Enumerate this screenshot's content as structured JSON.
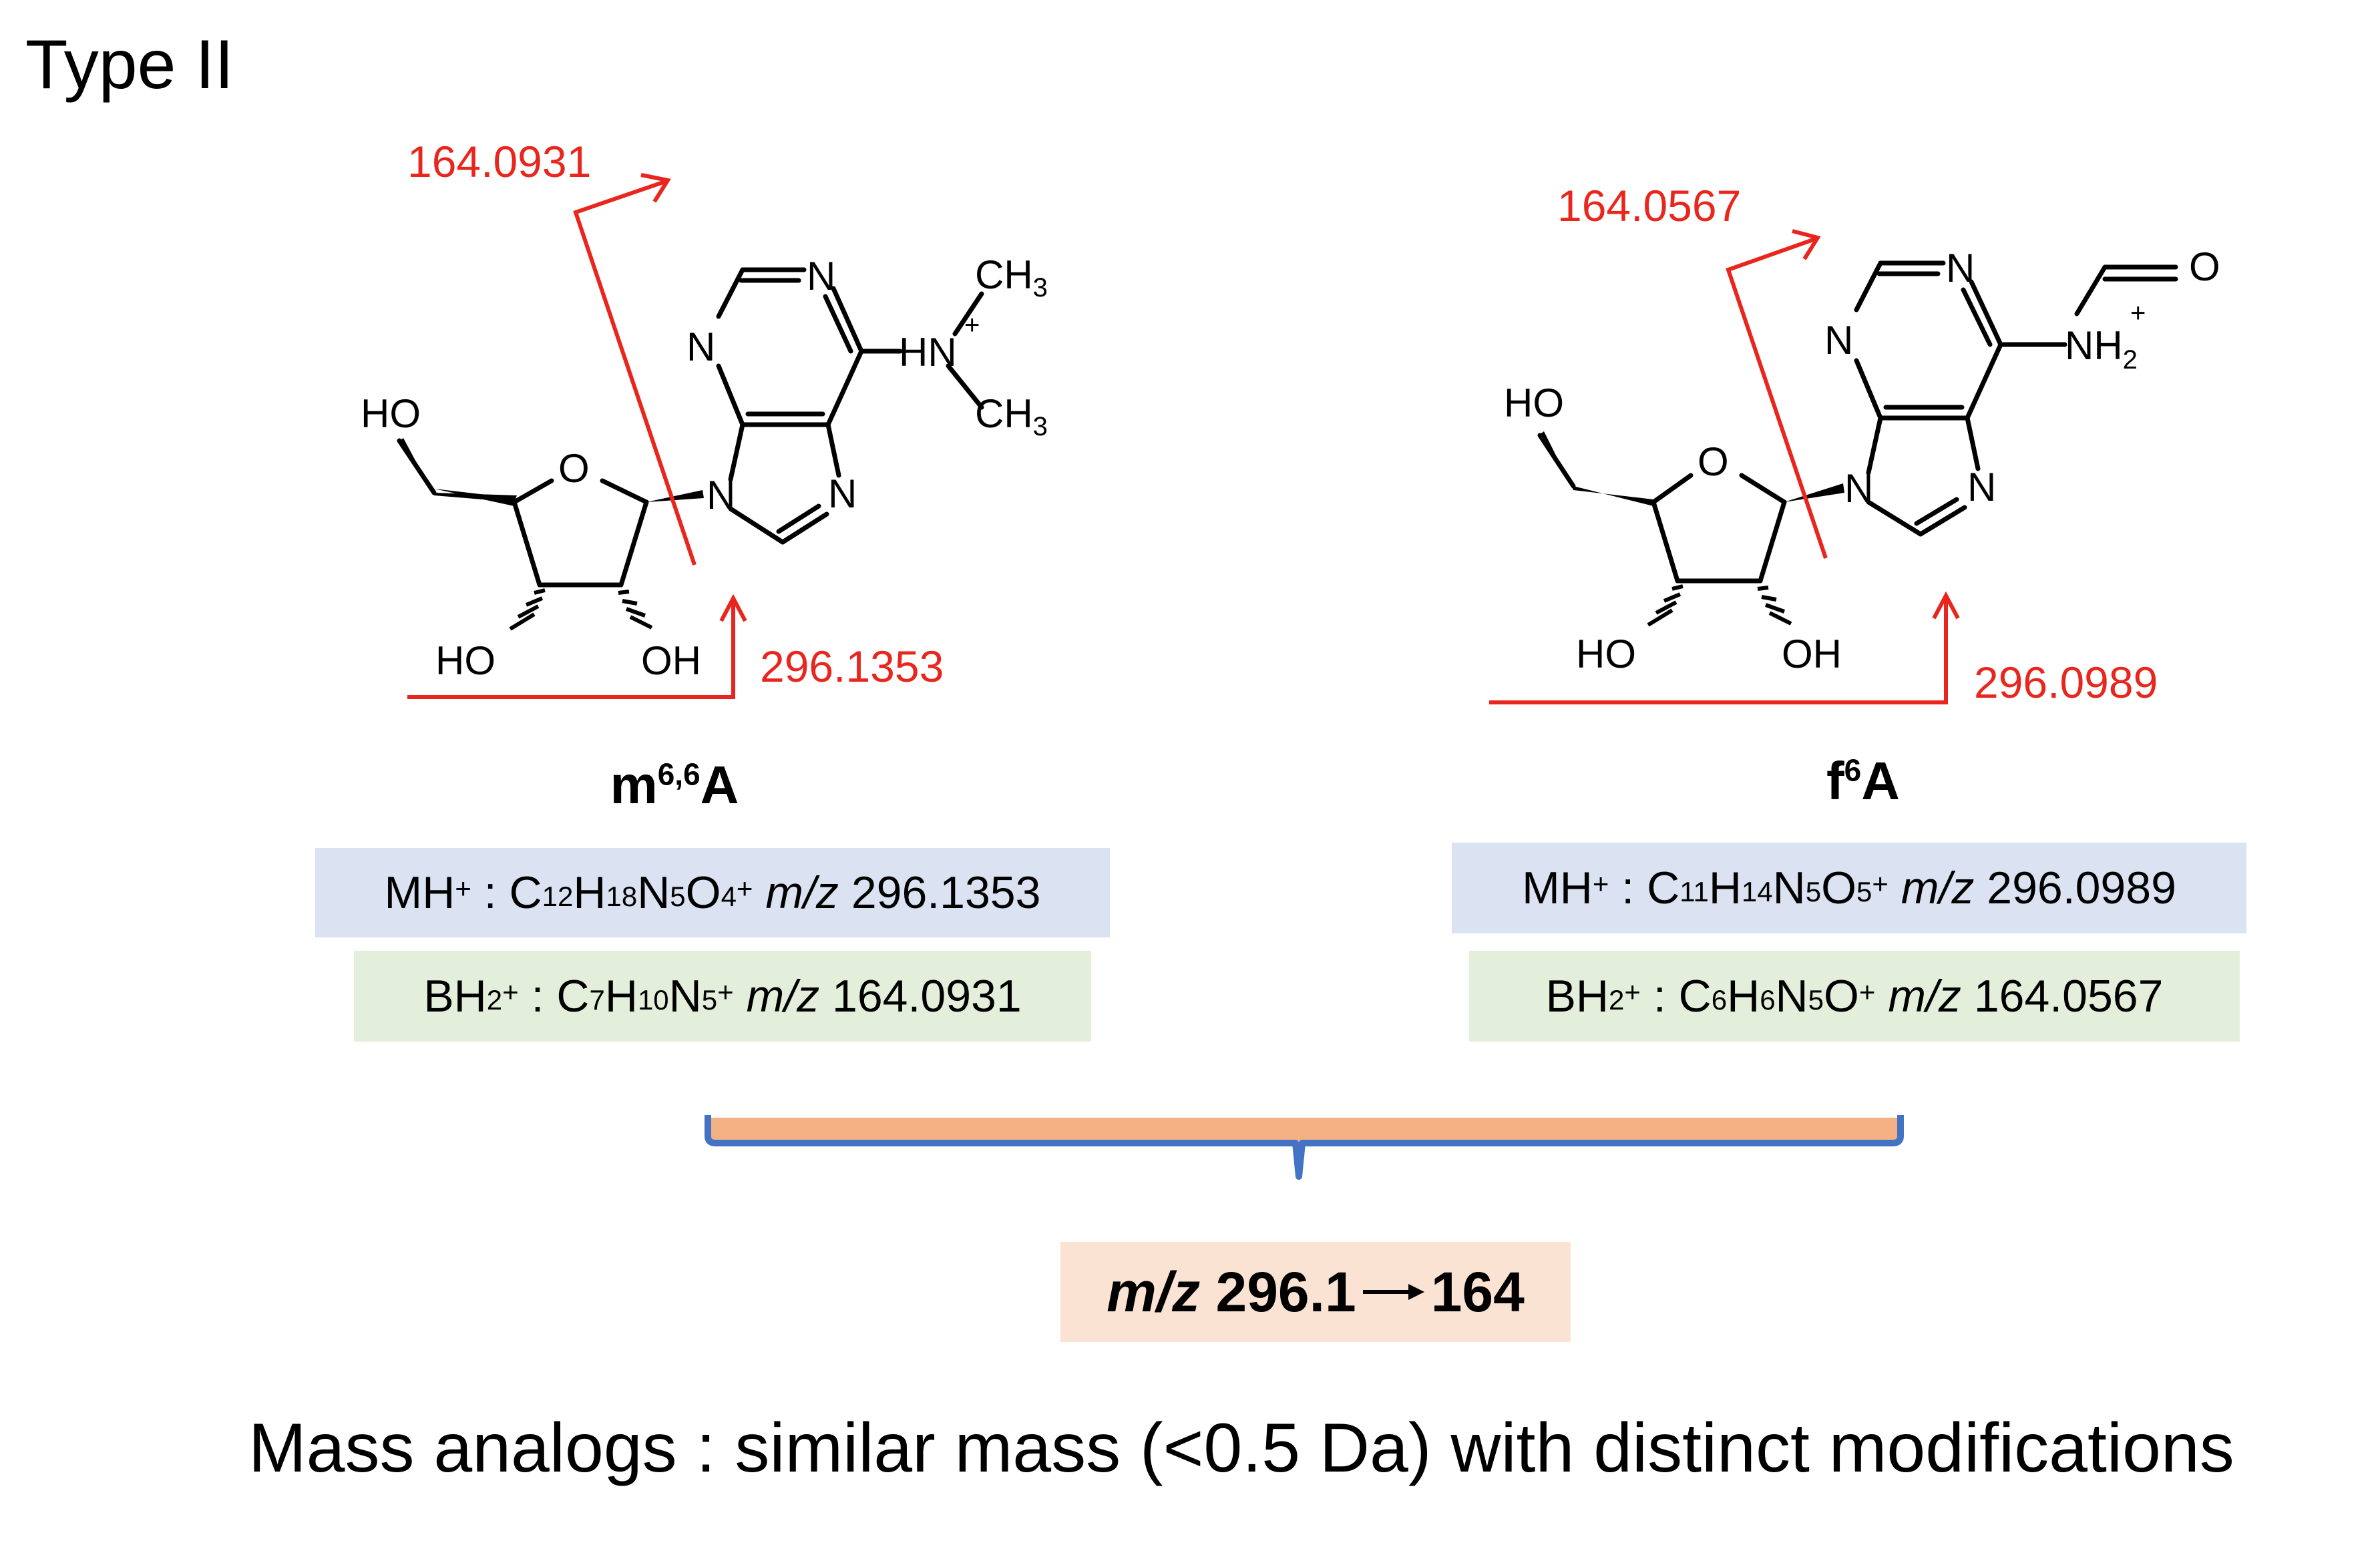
{
  "title": "Type II",
  "compound_left": {
    "name_base": "m",
    "name_sup": "6,6",
    "name_end": "A",
    "frag_top": "164.0931",
    "frag_bottom": "296.1353",
    "atoms": {
      "HO_top": "HO",
      "O_ring": "O",
      "HO_left": "HO",
      "OH_right": "OH",
      "N1": "N",
      "N3": "N",
      "N7": "N",
      "N9": "N",
      "HN": "HN",
      "plus": "+",
      "CH3_top": "CH3",
      "CH3_bot": "CH3"
    },
    "mh": {
      "label": "MH",
      "formula_html": "C12H18N5O4",
      "mz_label": "m/z",
      "mz": "296.1353"
    },
    "bh2": {
      "label": "BH2",
      "formula_html": "C7H10N5",
      "mz_label": "m/z",
      "mz": "164.0931"
    }
  },
  "compound_right": {
    "name_base": "f",
    "name_sup": "6",
    "name_end": "A",
    "frag_top": "164.0567",
    "frag_bottom": "296.0989",
    "atoms": {
      "HO_top": "HO",
      "O_ring": "O",
      "HO_left": "HO",
      "OH_right": "OH",
      "N1": "N",
      "N3": "N",
      "N7": "N",
      "N9": "N",
      "NH2": "NH2",
      "plus": "+",
      "O_carbonyl": "O"
    },
    "mh": {
      "label": "MH",
      "formula_html": "C11H14N5O5",
      "mz_label": "m/z",
      "mz": "296.0989"
    },
    "bh2": {
      "label": "BH2",
      "formula_html": "C6H6N5O",
      "mz_label": "m/z",
      "mz": "164.0567"
    }
  },
  "transition": {
    "mz_label": "m/z",
    "from": "296.1",
    "to": "164"
  },
  "footer": "Mass analogs : similar mass (<0.5 Da) with distinct modifications",
  "colors": {
    "fragment_red": "#e8261d",
    "brace_blue": "#4472c4",
    "brace_fill": "#f4b183",
    "box_blue": "#dbe3f2",
    "box_green": "#e3efda",
    "box_peach": "#fbe3d3"
  }
}
